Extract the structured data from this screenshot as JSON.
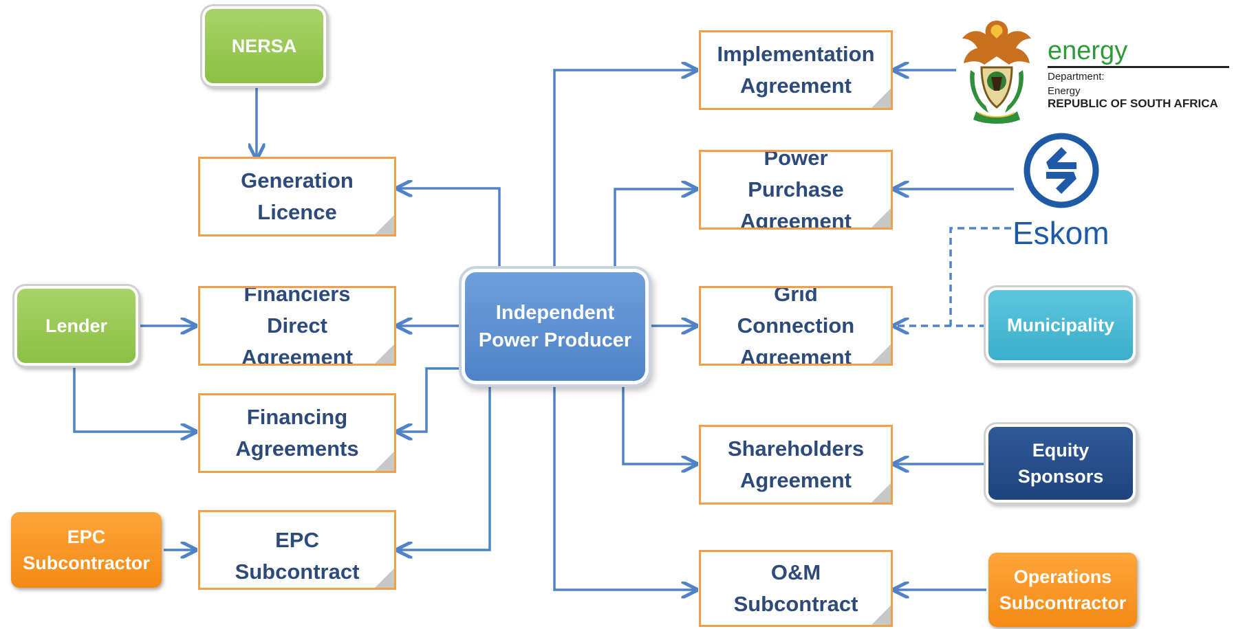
{
  "parties": {
    "nersa": "NERSA",
    "lender": "Lender",
    "epc_subcontractor": "EPC\nSubcontractor",
    "municipality": "Municipality",
    "equity_sponsors": "Equity\nSponsors",
    "operations_subcontractor": "Operations\nSubcontractor"
  },
  "center": {
    "label": "Independent\nPower Producer"
  },
  "agreements": {
    "generation_licence": "Generation\nLicence",
    "financiers_direct": "Financiers Direct\nAgreement",
    "financing": "Financing\nAgreements",
    "epc_subcontract": "EPC Subcontract",
    "implementation": "Implementation\nAgreement",
    "power_purchase": "Power Purchase\nAgreement",
    "grid_connection": "Grid Connection\nAgreement",
    "shareholders": "Shareholders\nAgreement",
    "om_subcontract": "O&M\nSubcontract"
  },
  "logos": {
    "doe_word": "energy",
    "doe_line1": "Department:",
    "doe_line2": "Energy",
    "doe_line3": "REPUBLIC OF SOUTH AFRICA",
    "eskom_word": "Eskom"
  },
  "colors": {
    "arrow": "#4f83c8",
    "doc_border": "#f0a04b",
    "doc_text": "#2d4b7a",
    "green": "#8cbf45",
    "teal": "#3aaecb",
    "navy": "#1f447e",
    "orange": "#f38a15",
    "center": "#5b8fd3",
    "eskom_blue": "#1f5aa6",
    "doe_green": "#2f9a3a"
  }
}
